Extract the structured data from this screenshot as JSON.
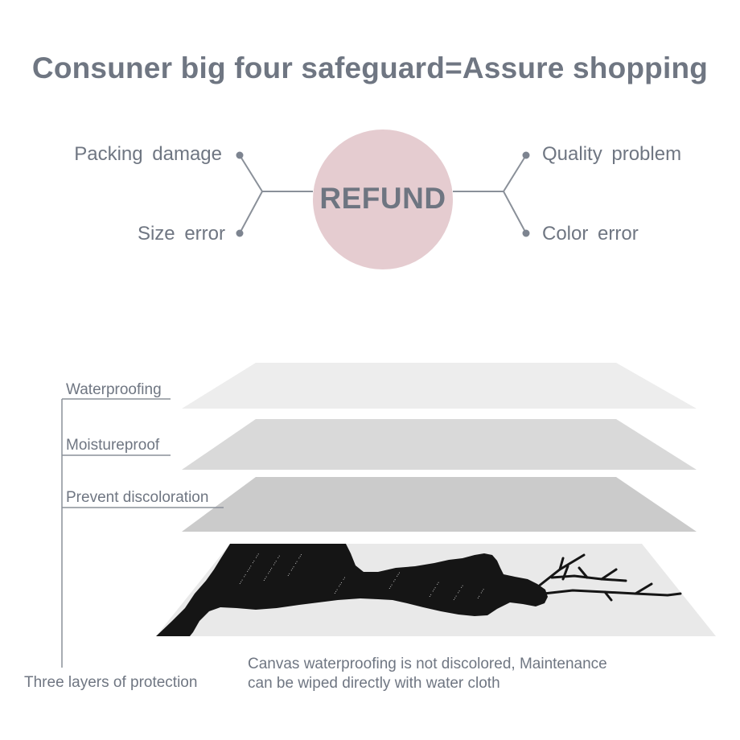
{
  "headline": "Consuner big four safeguard=Assure shopping",
  "refund": {
    "label": "REFUND",
    "circle_color": "#e5ccd0"
  },
  "guarantees": {
    "top_left": "Packing  damage",
    "bottom_left": "Size  error",
    "top_right": "Quality  problem",
    "bottom_right": "Color  error"
  },
  "layers": [
    {
      "label": "Waterproofing",
      "color": "#ededed"
    },
    {
      "label": "Moistureproof",
      "color": "#d9d9d9"
    },
    {
      "label": "Prevent discoloration",
      "color": "#cbcbcb"
    }
  ],
  "canvas_image": {
    "icon": "deer-silhouette-canvas",
    "background": "#e9e9e9",
    "silhouette_color": "#151515"
  },
  "bottom_label": "Three layers of protection",
  "caption": {
    "line1": "Canvas waterproofing is not discolored,  Maintenance",
    "line2": "can be wiped directly with water cloth"
  },
  "colors": {
    "text": "#6f7682",
    "connector": "#8a9099"
  }
}
